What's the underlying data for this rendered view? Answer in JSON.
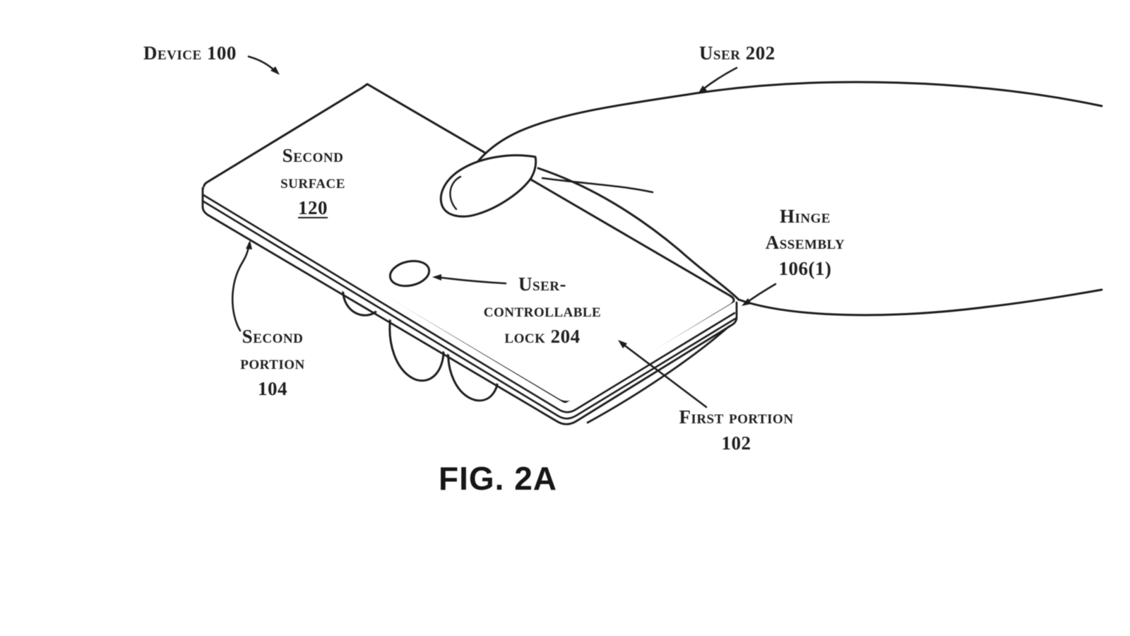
{
  "colors": {
    "ink": "#1d1d1d",
    "paper": "#ffffff"
  },
  "figure": {
    "caption": "FIG. 2A",
    "labels": {
      "device_100": "Device 100",
      "user_202": "User 202",
      "second_surface": {
        "l1": "Second",
        "l2": "surface",
        "ref": "120"
      },
      "hinge_assembly": {
        "l1": "Hinge",
        "l2": "Assembly",
        "ref": "106(1)"
      },
      "second_portion": {
        "l1": "Second",
        "l2": "portion",
        "ref": "104"
      },
      "user_controllable_lock": {
        "l1": "User-",
        "l2": "controllable",
        "l3": "lock 204"
      },
      "first_portion": {
        "l1": "First portion",
        "ref": "102"
      }
    }
  }
}
